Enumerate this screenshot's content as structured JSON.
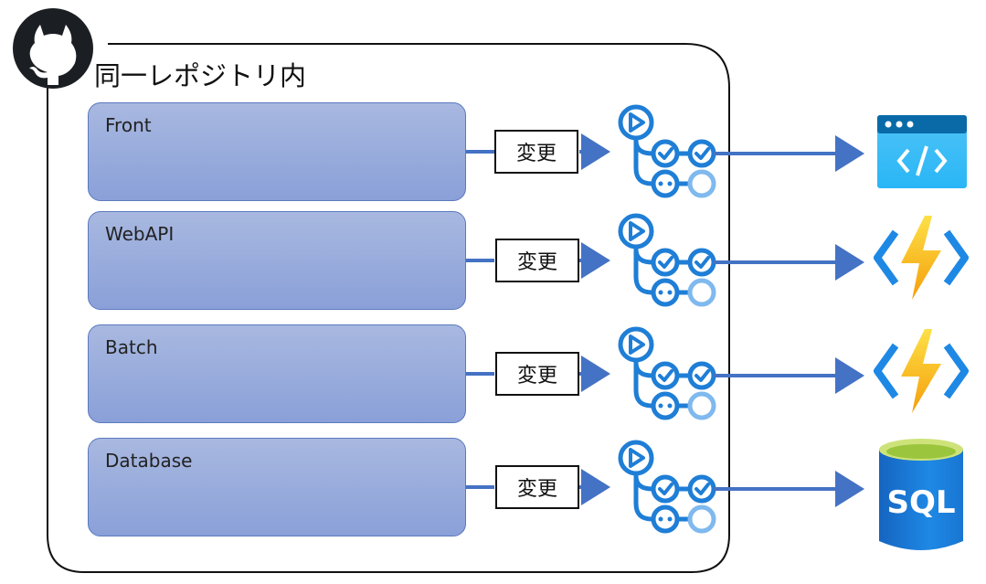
{
  "repo": {
    "title": "同一レポジトリ内",
    "icon": "github-icon"
  },
  "colors": {
    "flow_arrow": "#4472c4",
    "box_fill_top": "#a8b8e0",
    "box_fill_bottom": "#8aa0d8",
    "workflow_blue": "#1f7ed6",
    "workflow_light": "#7fb9ee"
  },
  "rows": [
    {
      "component": "Front",
      "change_label": "変更",
      "target_icon": "azure-static-web-app-icon"
    },
    {
      "component": "WebAPI",
      "change_label": "変更",
      "target_icon": "azure-functions-icon"
    },
    {
      "component": "Batch",
      "change_label": "変更",
      "target_icon": "azure-functions-icon"
    },
    {
      "component": "Database",
      "change_label": "変更",
      "target_icon": "azure-sql-database-icon"
    }
  ],
  "sql_icon_text": "SQL"
}
